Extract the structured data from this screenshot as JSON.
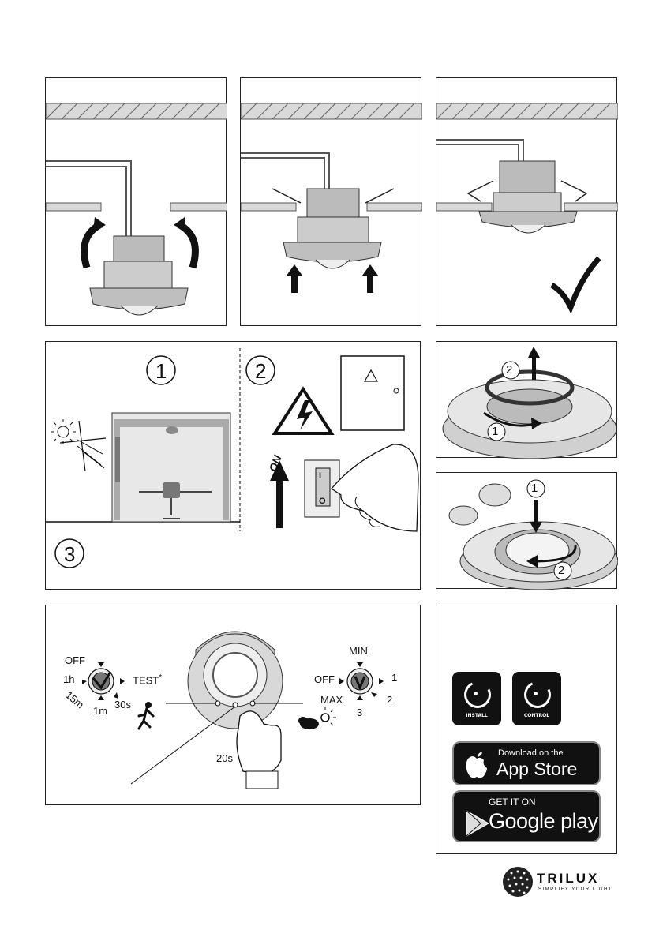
{
  "steps": {
    "step1": "1",
    "step2": "2",
    "step3": "3"
  },
  "switch": {
    "on_label": "ON",
    "on_symbol": "I",
    "off_symbol": "O"
  },
  "lens": {
    "twist_step1": "1",
    "twist_step2": "2",
    "cap_step1": "1",
    "cap_step2": "2"
  },
  "time_dial": {
    "off": "OFF",
    "h1": "1h",
    "m15": "15m",
    "m1": "1m",
    "s30": "30s",
    "test": "TEST",
    "test_mark": "*"
  },
  "lux_dial": {
    "min": "MIN",
    "off": "OFF",
    "max": "MAX",
    "v1": "1",
    "v2": "2",
    "v3": "3"
  },
  "press_time": "20s",
  "apps": {
    "install": "INSTALL",
    "control": "CONTROL",
    "appstore_small": "Download on the",
    "appstore_big": "App Store",
    "gplay_small": "GET IT ON",
    "gplay_big": "Google play"
  },
  "brand": {
    "name": "TRILUX",
    "tagline": "SIMPLIFY YOUR LIGHT"
  }
}
